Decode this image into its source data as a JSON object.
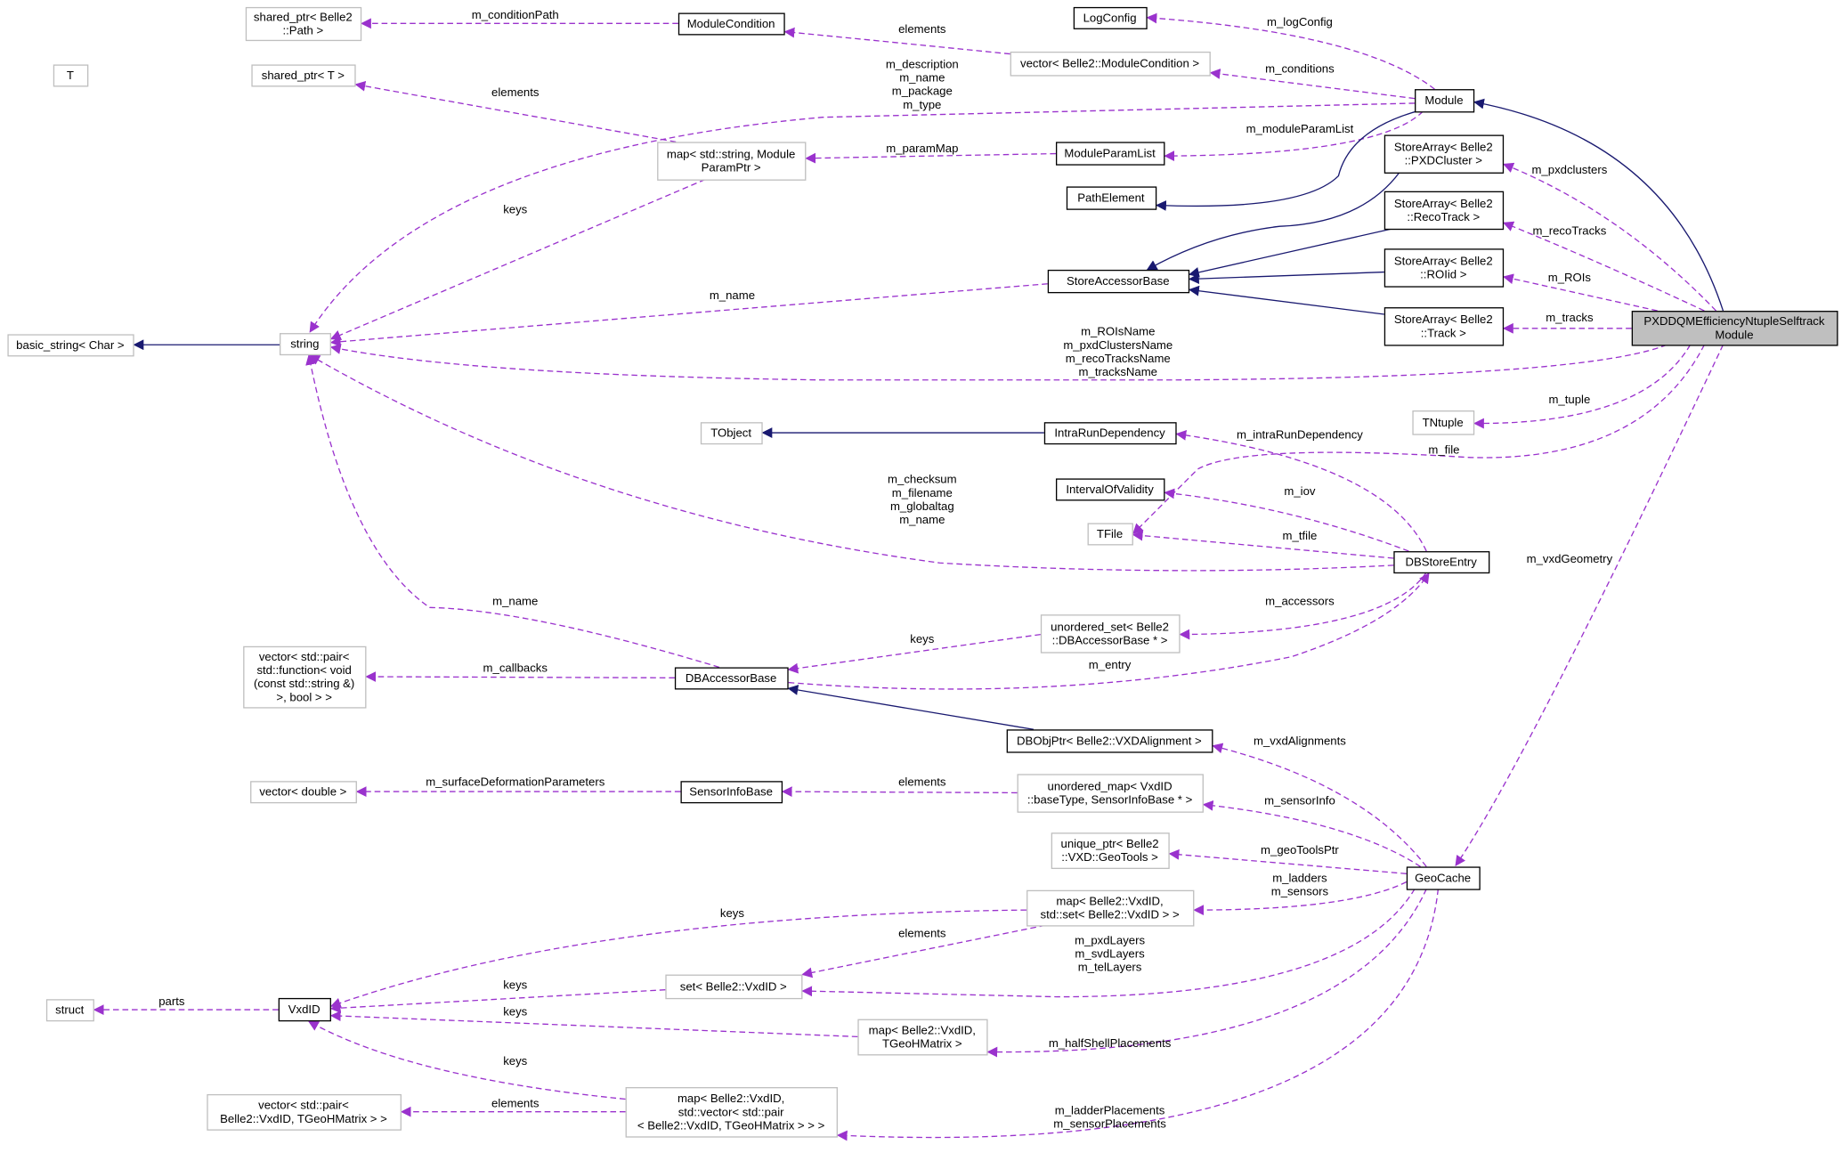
{
  "title": "PXDDQMEfficiencyNtupleSelftrackModule collaboration diagram",
  "colors": {
    "usage_edge": "#9a32cd",
    "inheritance_edge": "#191970",
    "focus_fill": "#bfbfbf",
    "undocumented_border": "#bfbfbf"
  },
  "nodes": [
    {
      "id": "sp_path",
      "lines": [
        "shared_ptr< Belle2",
        "::Path >"
      ],
      "documented": false
    },
    {
      "id": "modcond",
      "lines": [
        "ModuleCondition"
      ],
      "documented": true
    },
    {
      "id": "logconfig",
      "lines": [
        "LogConfig"
      ],
      "documented": true
    },
    {
      "id": "T",
      "lines": [
        "T"
      ],
      "documented": false
    },
    {
      "id": "sp_T",
      "lines": [
        "shared_ptr< T >"
      ],
      "documented": false
    },
    {
      "id": "vec_modcond",
      "lines": [
        "vector< Belle2::ModuleCondition >"
      ],
      "documented": false
    },
    {
      "id": "module",
      "lines": [
        "Module"
      ],
      "documented": true
    },
    {
      "id": "map_param",
      "lines": [
        "map< std::string, Module",
        "ParamPtr >"
      ],
      "documented": false
    },
    {
      "id": "modparamlist",
      "lines": [
        "ModuleParamList"
      ],
      "documented": true
    },
    {
      "id": "sa_pxd",
      "lines": [
        "StoreArray< Belle2",
        "::PXDCluster >"
      ],
      "documented": true
    },
    {
      "id": "pathelement",
      "lines": [
        "PathElement"
      ],
      "documented": true
    },
    {
      "id": "sa_reco",
      "lines": [
        "StoreArray< Belle2",
        "::RecoTrack >"
      ],
      "documented": true
    },
    {
      "id": "sab",
      "lines": [
        "StoreAccessorBase"
      ],
      "documented": true
    },
    {
      "id": "sa_roi",
      "lines": [
        "StoreArray< Belle2",
        "::ROIid >"
      ],
      "documented": true
    },
    {
      "id": "basic_string",
      "lines": [
        "basic_string< Char >"
      ],
      "documented": false
    },
    {
      "id": "string",
      "lines": [
        "string"
      ],
      "documented": false
    },
    {
      "id": "sa_track",
      "lines": [
        "StoreArray< Belle2",
        "::Track >"
      ],
      "documented": true
    },
    {
      "id": "focus",
      "lines": [
        "PXDDQMEfficiencyNtupleSelftrack",
        "Module"
      ],
      "documented": true,
      "focus": true
    },
    {
      "id": "tntuple",
      "lines": [
        "TNtuple"
      ],
      "documented": false
    },
    {
      "id": "tobject",
      "lines": [
        "TObject"
      ],
      "documented": false
    },
    {
      "id": "intrarun",
      "lines": [
        "IntraRunDependency"
      ],
      "documented": true
    },
    {
      "id": "iov",
      "lines": [
        "IntervalOfValidity"
      ],
      "documented": true
    },
    {
      "id": "tfile",
      "lines": [
        "TFile"
      ],
      "documented": false
    },
    {
      "id": "dbstore",
      "lines": [
        "DBStoreEntry"
      ],
      "documented": true
    },
    {
      "id": "uset_dbab",
      "lines": [
        "unordered_set< Belle2",
        "::DBAccessorBase * >"
      ],
      "documented": false
    },
    {
      "id": "vec_callbacks",
      "lines": [
        "vector< std::pair<",
        "std::function< void",
        "(const std::string &)",
        ">, bool > >"
      ],
      "documented": false
    },
    {
      "id": "dbab",
      "lines": [
        "DBAccessorBase"
      ],
      "documented": true
    },
    {
      "id": "dbobjptr",
      "lines": [
        "DBObjPtr< Belle2::VXDAlignment >"
      ],
      "documented": true
    },
    {
      "id": "vec_double",
      "lines": [
        "vector< double >"
      ],
      "documented": false
    },
    {
      "id": "sensorinfo",
      "lines": [
        "SensorInfoBase"
      ],
      "documented": true
    },
    {
      "id": "umap_sensor",
      "lines": [
        "unordered_map< VxdID",
        "::baseType, SensorInfoBase * >"
      ],
      "documented": false
    },
    {
      "id": "uptr_geotools",
      "lines": [
        "unique_ptr< Belle2",
        "::VXD::GeoTools >"
      ],
      "documented": false
    },
    {
      "id": "geocache",
      "lines": [
        "GeoCache"
      ],
      "documented": true
    },
    {
      "id": "map_set",
      "lines": [
        "map< Belle2::VxdID,",
        "std::set< Belle2::VxdID > >"
      ],
      "documented": false
    },
    {
      "id": "set_vxd",
      "lines": [
        "set< Belle2::VxdID >"
      ],
      "documented": false
    },
    {
      "id": "struct",
      "lines": [
        "struct"
      ],
      "documented": false
    },
    {
      "id": "vxdid",
      "lines": [
        "VxdID"
      ],
      "documented": true
    },
    {
      "id": "map_tgeo",
      "lines": [
        "map< Belle2::VxdID,",
        "TGeoHMatrix >"
      ],
      "documented": false
    },
    {
      "id": "vec_pair_tgeo",
      "lines": [
        "vector< std::pair<",
        "Belle2::VxdID, TGeoHMatrix > >"
      ],
      "documented": false
    },
    {
      "id": "map_vec_tgeo",
      "lines": [
        "map< Belle2::VxdID,",
        "std::vector< std::pair",
        "< Belle2::VxdID, TGeoHMatrix > > >"
      ],
      "documented": false
    }
  ],
  "edges": [
    {
      "from": "modcond",
      "to": "sp_path",
      "type": "usage",
      "label": [
        "m_conditionPath"
      ]
    },
    {
      "from": "vec_modcond",
      "to": "modcond",
      "type": "usage",
      "label": [
        "elements"
      ]
    },
    {
      "from": "module",
      "to": "logconfig",
      "type": "usage",
      "label": [
        "m_logConfig"
      ]
    },
    {
      "from": "module",
      "to": "vec_modcond",
      "type": "usage",
      "label": [
        "m_conditions"
      ]
    },
    {
      "from": "module",
      "to": "string",
      "type": "usage",
      "label": [
        "m_description",
        "m_name",
        "m_package",
        "m_type"
      ]
    },
    {
      "from": "map_param",
      "to": "sp_T",
      "type": "usage",
      "label": [
        "elements"
      ]
    },
    {
      "from": "modparamlist",
      "to": "map_param",
      "type": "usage",
      "label": [
        "m_paramMap"
      ]
    },
    {
      "from": "module",
      "to": "modparamlist",
      "type": "usage",
      "label": [
        "m_moduleParamList"
      ]
    },
    {
      "from": "map_param",
      "to": "string",
      "type": "usage",
      "label": [
        "keys"
      ]
    },
    {
      "from": "module",
      "to": "pathelement",
      "type": "inheritance",
      "label": []
    },
    {
      "from": "sa_pxd",
      "to": "sab",
      "type": "inheritance",
      "label": []
    },
    {
      "from": "sa_reco",
      "to": "sab",
      "type": "inheritance",
      "label": []
    },
    {
      "from": "sa_roi",
      "to": "sab",
      "type": "inheritance",
      "label": []
    },
    {
      "from": "sa_track",
      "to": "sab",
      "type": "inheritance",
      "label": []
    },
    {
      "from": "focus",
      "to": "module",
      "type": "inheritance",
      "label": []
    },
    {
      "from": "focus",
      "to": "sa_pxd",
      "type": "usage",
      "label": [
        "m_pxdclusters"
      ]
    },
    {
      "from": "focus",
      "to": "sa_reco",
      "type": "usage",
      "label": [
        "m_recoTracks"
      ]
    },
    {
      "from": "focus",
      "to": "sa_roi",
      "type": "usage",
      "label": [
        "m_ROIs"
      ]
    },
    {
      "from": "focus",
      "to": "sa_track",
      "type": "usage",
      "label": [
        "m_tracks"
      ]
    },
    {
      "from": "focus",
      "to": "string",
      "type": "usage",
      "label": [
        "m_ROIsName",
        "m_pxdClustersName",
        "m_recoTracksName",
        "m_tracksName"
      ]
    },
    {
      "from": "sab",
      "to": "string",
      "type": "usage",
      "label": [
        "m_name"
      ]
    },
    {
      "from": "string",
      "to": "basic_string",
      "type": "inheritance",
      "label": []
    },
    {
      "from": "focus",
      "to": "tntuple",
      "type": "usage",
      "label": [
        "m_tuple"
      ]
    },
    {
      "from": "focus",
      "to": "tfile",
      "type": "usage",
      "label": [
        "m_file"
      ]
    },
    {
      "from": "intrarun",
      "to": "tobject",
      "type": "inheritance",
      "label": []
    },
    {
      "from": "dbstore",
      "to": "intrarun",
      "type": "usage",
      "label": [
        "m_intraRunDependency"
      ]
    },
    {
      "from": "dbstore",
      "to": "iov",
      "type": "usage",
      "label": [
        "m_iov"
      ]
    },
    {
      "from": "dbstore",
      "to": "tfile",
      "type": "usage",
      "label": [
        "m_tfile"
      ]
    },
    {
      "from": "dbstore",
      "to": "string",
      "type": "usage",
      "label": [
        "m_checksum",
        "m_filename",
        "m_globaltag",
        "m_name"
      ]
    },
    {
      "from": "dbab",
      "to": "string",
      "type": "usage",
      "label": [
        "m_name"
      ]
    },
    {
      "from": "uset_dbab",
      "to": "dbab",
      "type": "usage",
      "label": [
        "keys"
      ]
    },
    {
      "from": "dbstore",
      "to": "uset_dbab",
      "type": "usage",
      "label": [
        "m_accessors"
      ]
    },
    {
      "from": "dbab",
      "to": "dbstore",
      "type": "usage",
      "label": [
        "m_entry"
      ]
    },
    {
      "from": "dbab",
      "to": "vec_callbacks",
      "type": "usage",
      "label": [
        "m_callbacks"
      ]
    },
    {
      "from": "dbobjptr",
      "to": "dbab",
      "type": "inheritance",
      "label": []
    },
    {
      "from": "geocache",
      "to": "dbobjptr",
      "type": "usage",
      "label": [
        "m_vxdAlignments"
      ]
    },
    {
      "from": "focus",
      "to": "geocache",
      "type": "usage",
      "label": [
        "m_vxdGeometry"
      ]
    },
    {
      "from": "sensorinfo",
      "to": "vec_double",
      "type": "usage",
      "label": [
        "m_surfaceDeformationParameters"
      ]
    },
    {
      "from": "umap_sensor",
      "to": "sensorinfo",
      "type": "usage",
      "label": [
        "elements"
      ]
    },
    {
      "from": "geocache",
      "to": "umap_sensor",
      "type": "usage",
      "label": [
        "m_sensorInfo"
      ]
    },
    {
      "from": "geocache",
      "to": "uptr_geotools",
      "type": "usage",
      "label": [
        "m_geoToolsPtr"
      ]
    },
    {
      "from": "geocache",
      "to": "map_set",
      "type": "usage",
      "label": [
        "m_ladders",
        "m_sensors"
      ]
    },
    {
      "from": "map_set",
      "to": "vxdid",
      "type": "usage",
      "label": [
        "keys"
      ]
    },
    {
      "from": "map_set",
      "to": "set_vxd",
      "type": "usage",
      "label": [
        "elements"
      ]
    },
    {
      "from": "geocache",
      "to": "set_vxd",
      "type": "usage",
      "label": [
        "m_pxdLayers",
        "m_svdLayers",
        "m_telLayers"
      ]
    },
    {
      "from": "set_vxd",
      "to": "vxdid",
      "type": "usage",
      "label": [
        "keys"
      ]
    },
    {
      "from": "vxdid",
      "to": "struct",
      "type": "usage",
      "label": [
        "parts"
      ]
    },
    {
      "from": "map_tgeo",
      "to": "vxdid",
      "type": "usage",
      "label": [
        "keys"
      ]
    },
    {
      "from": "geocache",
      "to": "map_tgeo",
      "type": "usage",
      "label": [
        "m_halfShellPlacements"
      ]
    },
    {
      "from": "map_vec_tgeo",
      "to": "vxdid",
      "type": "usage",
      "label": [
        "keys"
      ]
    },
    {
      "from": "map_vec_tgeo",
      "to": "vec_pair_tgeo",
      "type": "usage",
      "label": [
        "elements"
      ]
    },
    {
      "from": "geocache",
      "to": "map_vec_tgeo",
      "type": "usage",
      "label": [
        "m_ladderPlacements",
        "m_sensorPlacements"
      ]
    }
  ]
}
